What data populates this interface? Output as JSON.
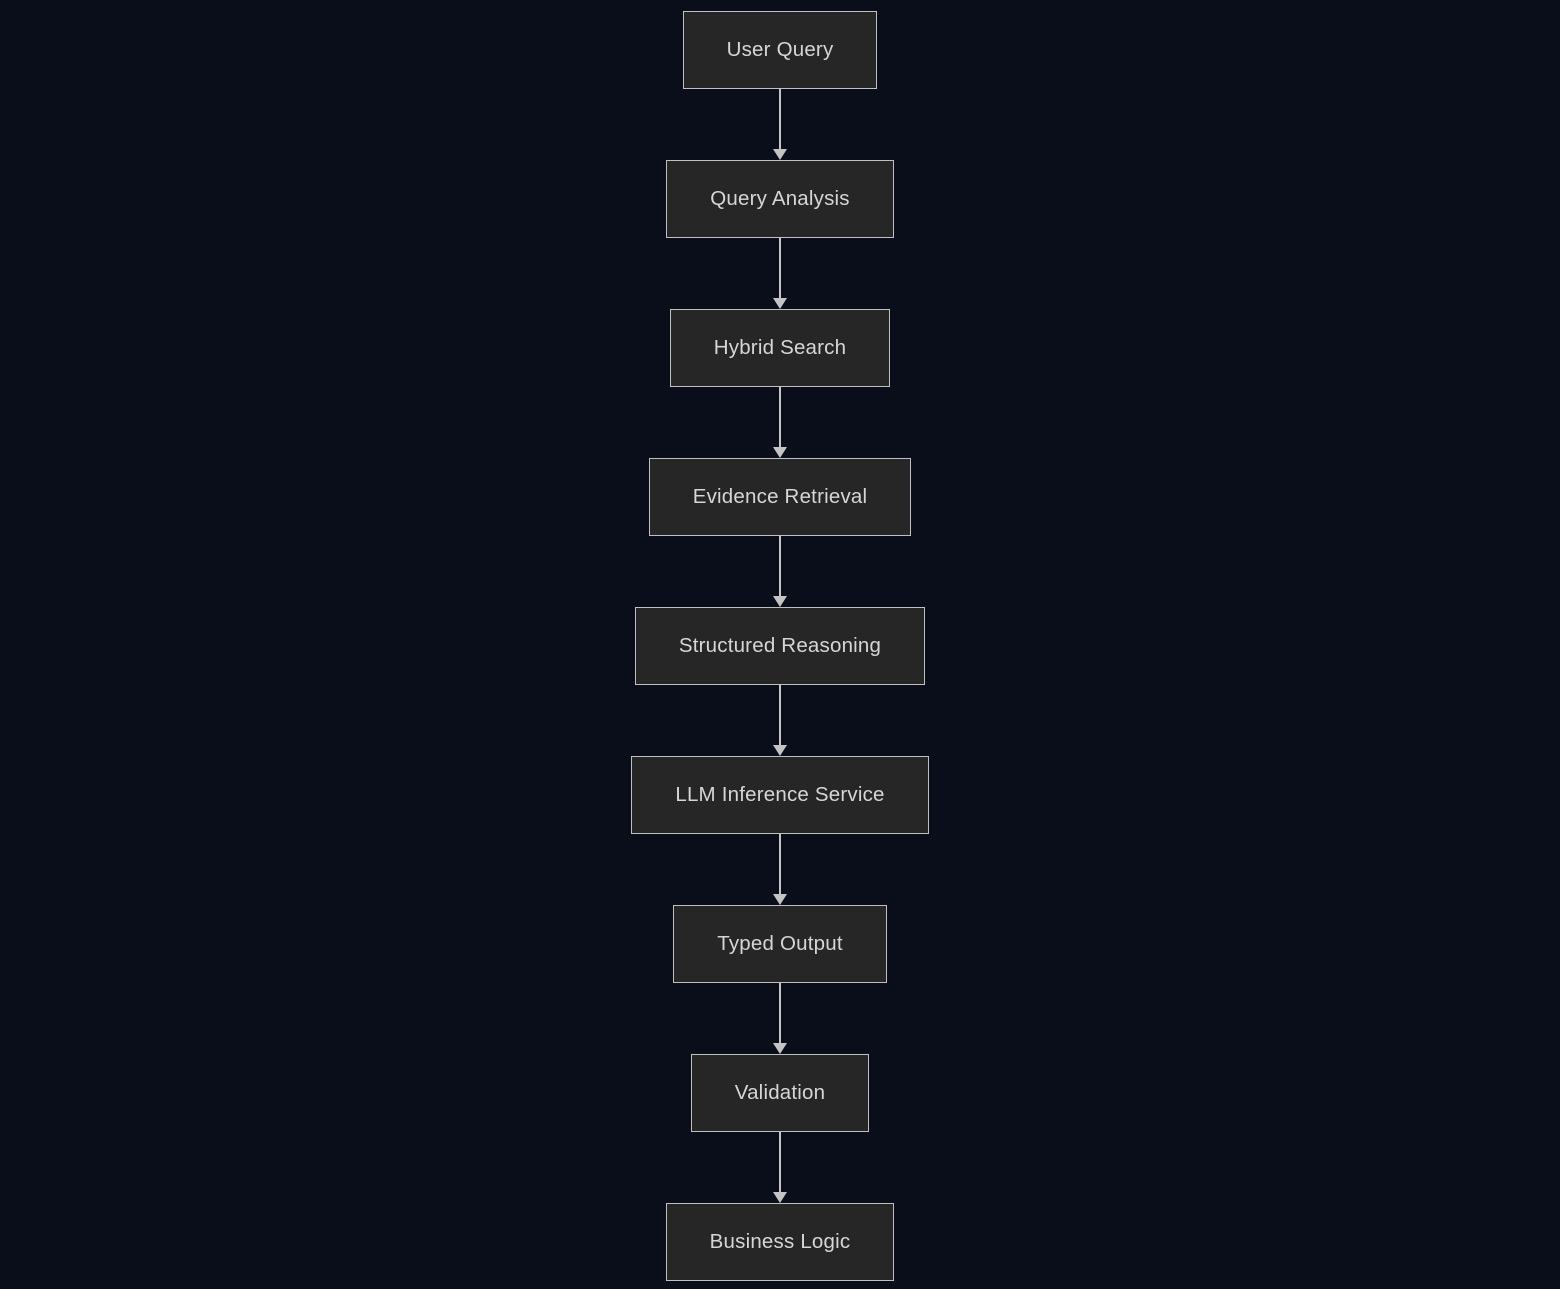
{
  "diagram": {
    "type": "flowchart",
    "direction": "top-down",
    "nodes": [
      {
        "id": "user-query",
        "label": "User Query"
      },
      {
        "id": "query-analysis",
        "label": "Query Analysis"
      },
      {
        "id": "hybrid-search",
        "label": "Hybrid Search"
      },
      {
        "id": "evidence-retrieval",
        "label": "Evidence Retrieval"
      },
      {
        "id": "structured-reasoning",
        "label": "Structured Reasoning"
      },
      {
        "id": "llm-inference-service",
        "label": "LLM Inference Service"
      },
      {
        "id": "typed-output",
        "label": "Typed Output"
      },
      {
        "id": "validation",
        "label": "Validation"
      },
      {
        "id": "business-logic",
        "label": "Business Logic"
      }
    ],
    "edges": [
      {
        "from": "user-query",
        "to": "query-analysis"
      },
      {
        "from": "query-analysis",
        "to": "hybrid-search"
      },
      {
        "from": "hybrid-search",
        "to": "evidence-retrieval"
      },
      {
        "from": "evidence-retrieval",
        "to": "structured-reasoning"
      },
      {
        "from": "structured-reasoning",
        "to": "llm-inference-service"
      },
      {
        "from": "llm-inference-service",
        "to": "typed-output"
      },
      {
        "from": "typed-output",
        "to": "validation"
      },
      {
        "from": "validation",
        "to": "business-logic"
      }
    ]
  },
  "colors": {
    "background": "#0a0e1b",
    "node_fill": "#262626",
    "node_border": "#c0c0c0",
    "node_text": "#d6d6d6",
    "arrow": "#c4c4c4"
  }
}
